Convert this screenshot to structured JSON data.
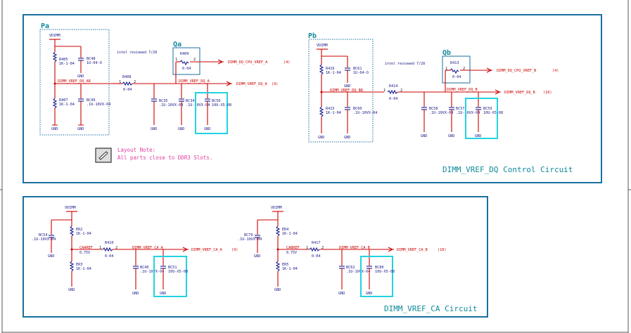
{
  "sections": {
    "dq_title": "DIMM_VREF_DQ Control Circuit",
    "ca_title": "DIMM_VREF_CA Circuit"
  },
  "blocks": {
    "pa": "Pa",
    "qa": "Qa",
    "pb": "Pb",
    "qb": "Qb"
  },
  "review_note": "intel reviewed 7/28",
  "layout_note": {
    "line1": "Layout Note:",
    "line2": "All parts close to DDR3 Slots."
  },
  "colors": {
    "wire": "#cc0000",
    "component": "#1a1a8c",
    "frame": "#1a6fa0",
    "highlight": "#22d3e0",
    "note": "#e040a0"
  },
  "nets": {
    "vdimm": "VDIMM",
    "gnd": "GND",
    "dq_ar": "DIMM_VREF_DQ_AR",
    "dq_a": "DIMM_VREF_DQ_A",
    "dq_cpu_a": "DIMM_DQ_CPU_VREF_A",
    "dq_br": "DIMM_VREF_DQ_BR",
    "dq_b": "DIMM_VREF_DQ_B",
    "dq_cpu_b": "DIMM_DQ_CPU_VREF_B",
    "caaref": "CAAREF",
    "ca_a": "DIMM_VREF_CA_A",
    "cabref": "CABREF",
    "ca_b": "DIMM_VREF_CA_B",
    "v075": "0.75V"
  },
  "page_refs": {
    "p4": "(4)",
    "p9": "(9)",
    "p10": "(10)"
  },
  "parts": {
    "r405": {
      "ref": "R405",
      "val": "1K-1-04"
    },
    "bc48": {
      "ref": "BC48",
      "val": "1U-04-O"
    },
    "r407": {
      "ref": "R407",
      "val": "1K-1-04"
    },
    "bc49": {
      "ref": "BC49",
      "val": ".1U-10VX-04"
    },
    "r409": {
      "ref": "R409",
      "val": "0-04"
    },
    "r408": {
      "ref": "R408",
      "val": "0-04"
    },
    "bc35": {
      "ref": "BC35",
      "val": ".1U-10VX-04"
    },
    "bc34": {
      "ref": "BC34",
      "val": ".1U-10VX-04"
    },
    "bc50": {
      "ref": "BC50",
      "val": "10U-X5-08"
    },
    "r416": {
      "ref": "R416",
      "val": "1K-1-04"
    },
    "bc61": {
      "ref": "BC61",
      "val": "1U-04-O"
    },
    "r415": {
      "ref": "R415",
      "val": "1K-1-04"
    },
    "bc60": {
      "ref": "BC60",
      "val": ".1U-10VX-04"
    },
    "r413": {
      "ref": "R413",
      "val": "0-04"
    },
    "r414": {
      "ref": "R414",
      "val": "0-04"
    },
    "bc58": {
      "ref": "BC58",
      "val": ".1U-10VX-04"
    },
    "bc57": {
      "ref": "BC57",
      "val": ".1U-10VX-04"
    },
    "bc59": {
      "ref": "BC59",
      "val": "10U-X5-08"
    },
    "bc54": {
      "ref": "BC54",
      "val": ".1U-10VX-04"
    },
    "er2": {
      "ref": "ER2",
      "val": "1K-1-04"
    },
    "er3": {
      "ref": "ER3",
      "val": "1K-1-04"
    },
    "r410": {
      "ref": "R410",
      "val": "0-04"
    },
    "bc40": {
      "ref": "BC40",
      "val": ".1U-10VX-04"
    },
    "bc51": {
      "ref": "BC51",
      "val": "10U-X5-08"
    },
    "bc79": {
      "ref": "BC79",
      "val": ".1U-10VX-04"
    },
    "er4": {
      "ref": "ER4",
      "val": "1K-1-04"
    },
    "er5": {
      "ref": "ER5",
      "val": "1K-1-04"
    },
    "r417": {
      "ref": "R417",
      "val": "0-04"
    },
    "bc62": {
      "ref": "BC62",
      "val": ".1U-10VX-04"
    },
    "bc80": {
      "ref": "BC80",
      "val": "10U-X5-08"
    }
  }
}
